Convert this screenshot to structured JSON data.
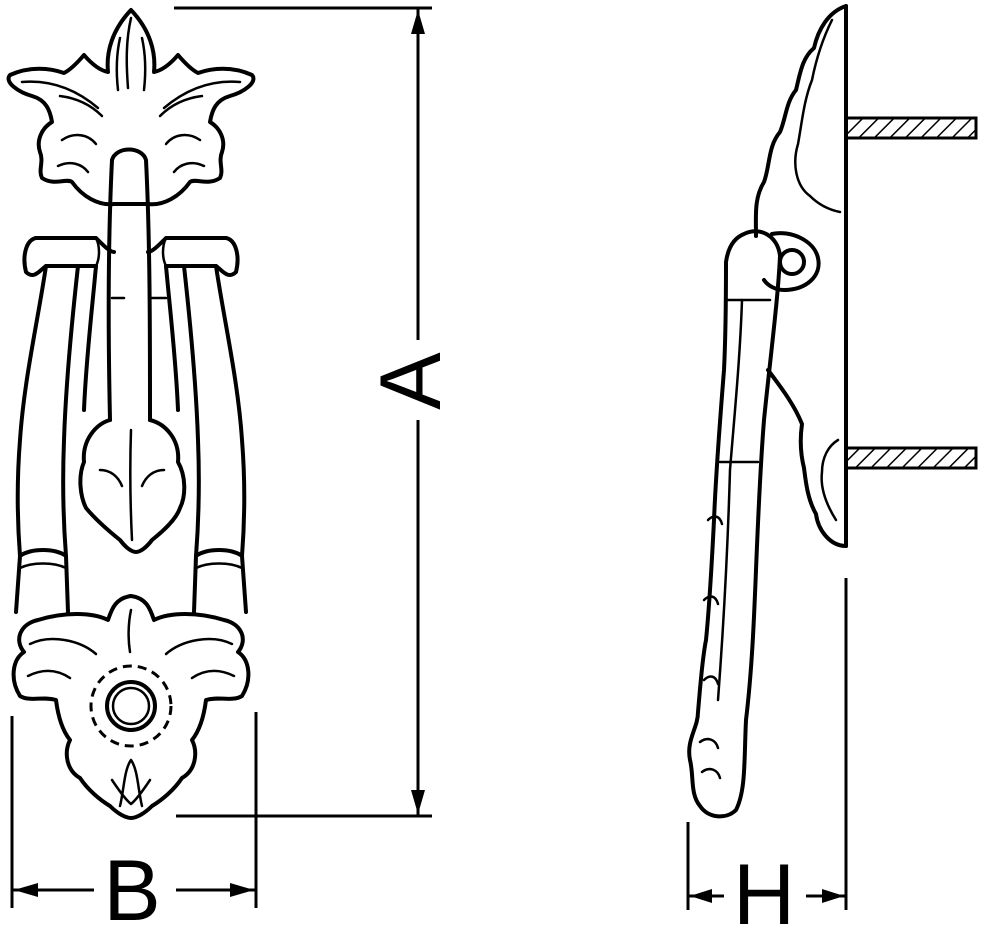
{
  "dimensions": {
    "a_label": "A",
    "b_label": "B",
    "h_label": "H"
  },
  "colors": {
    "line": "#000000",
    "background": "#ffffff"
  }
}
